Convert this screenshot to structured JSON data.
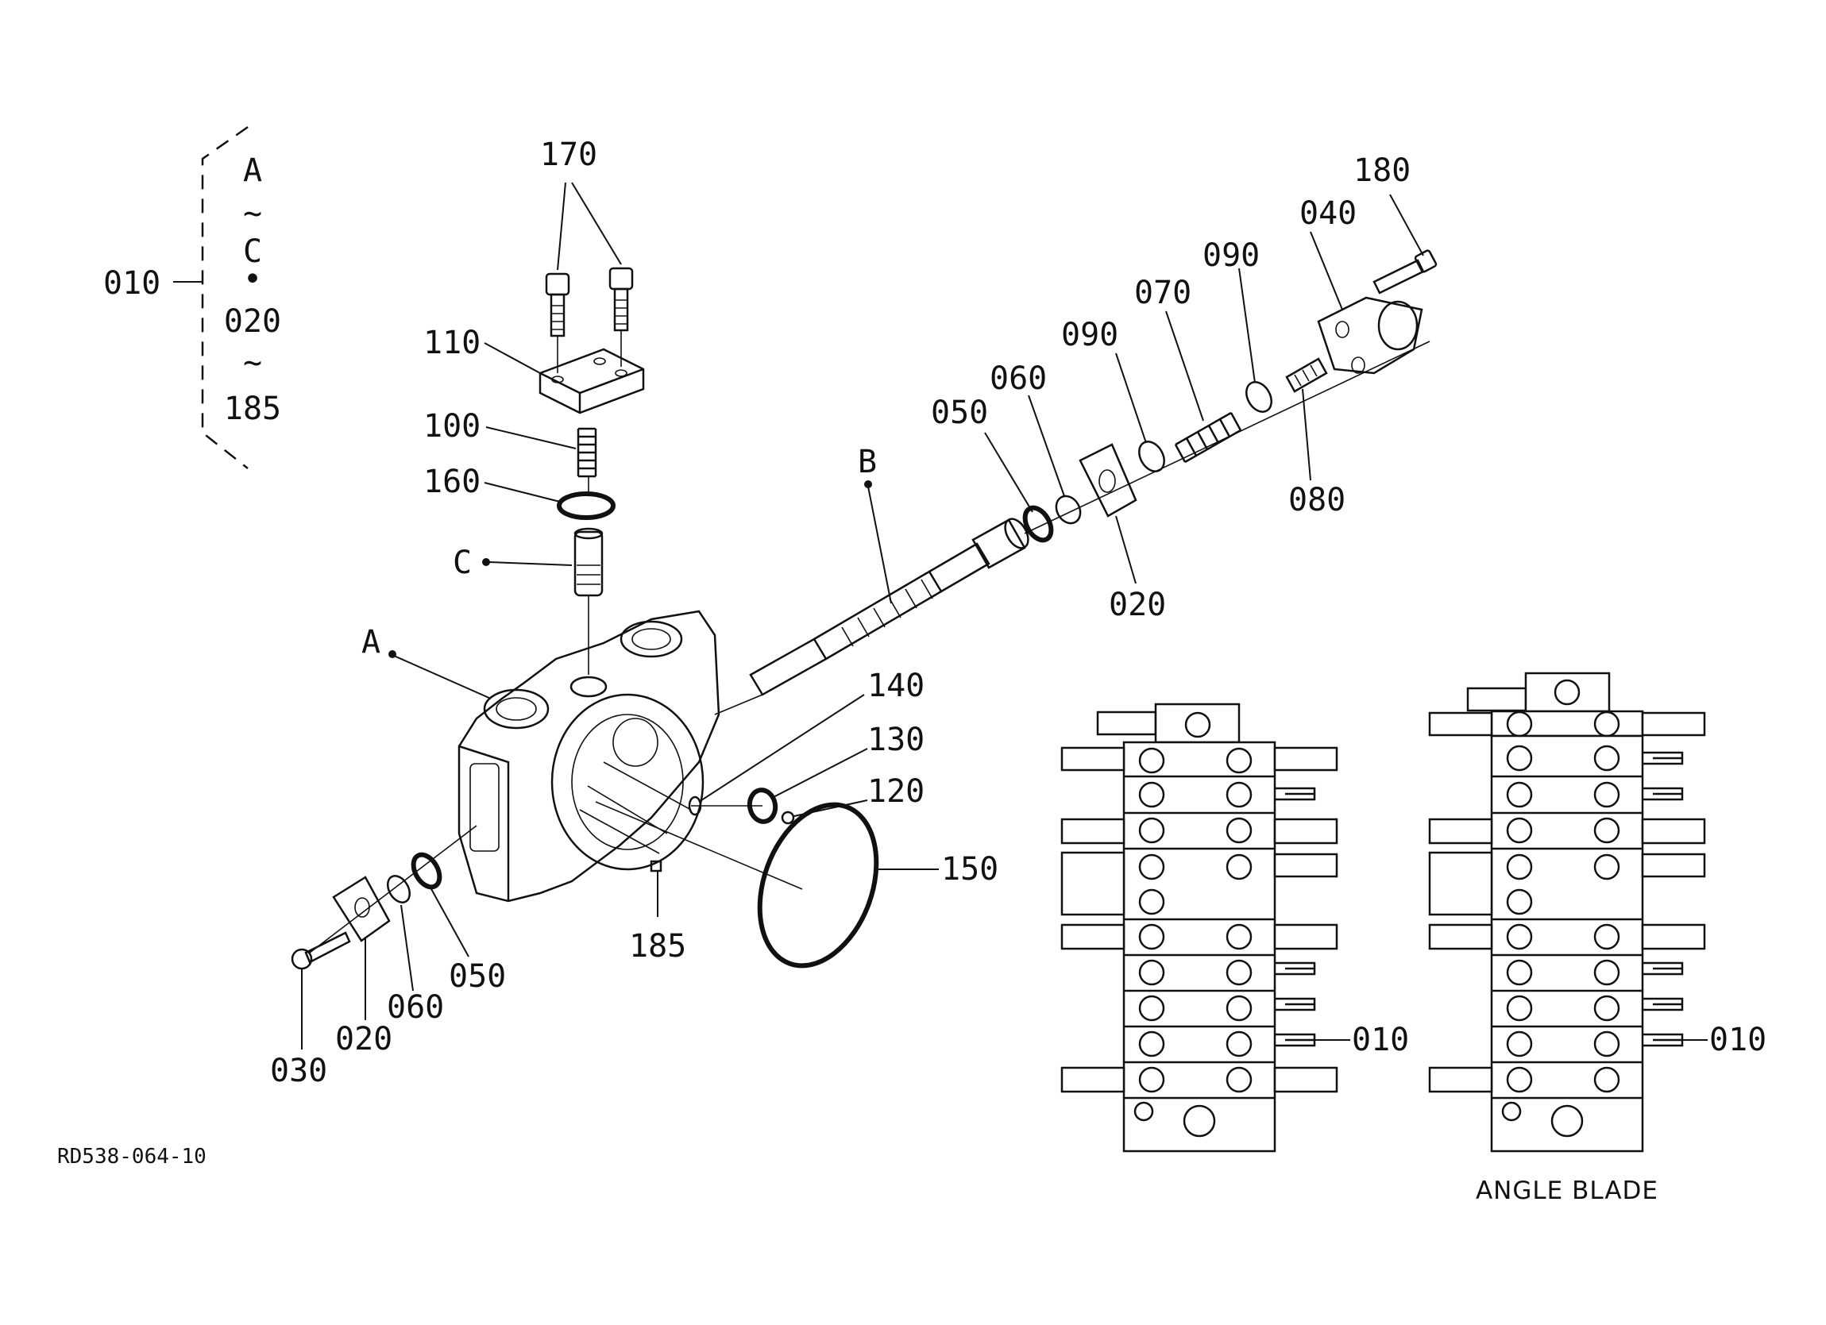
{
  "group_bracket": {
    "label": "010",
    "lines": [
      "A",
      "~",
      "C",
      "•",
      "020",
      "~",
      "185"
    ]
  },
  "callouts": {
    "p170": "170",
    "p110": "110",
    "p100": "100",
    "p160": "160",
    "pC": "C",
    "pA": "A",
    "pB": "B",
    "p050_top": "050",
    "p060_top": "060",
    "p090_left": "090",
    "p070": "070",
    "p090_right": "090",
    "p040": "040",
    "p180": "180",
    "p080": "080",
    "p020_top": "020",
    "p140": "140",
    "p130": "130",
    "p120": "120",
    "p150": "150",
    "p185": "185",
    "p050_bottom": "050",
    "p060_bottom": "060",
    "p020_bottom": "020",
    "p030": "030",
    "p010_left_stack": "010",
    "p010_right_stack": "010"
  },
  "drawing_number": "RD538-064-10",
  "right_stack_caption": "ANGLE BLADE"
}
